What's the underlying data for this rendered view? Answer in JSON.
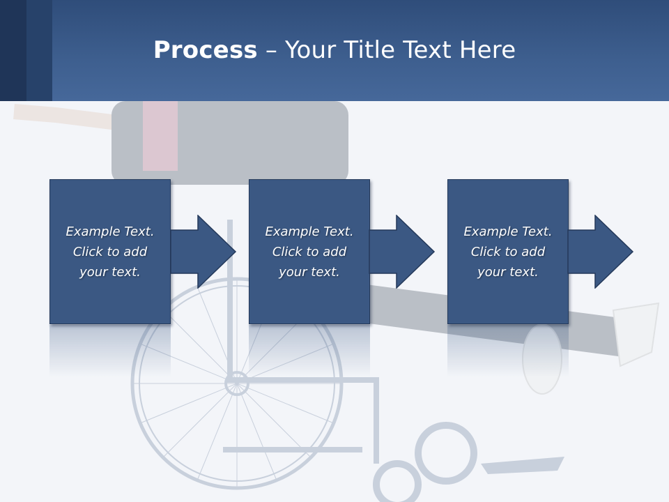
{
  "slide": {
    "title_bold": "Process",
    "title_rest": " – Your Title Text Here"
  },
  "steps": [
    {
      "text": "Example Text.\nClick  to add\nyour text."
    },
    {
      "text": "Example Text.\nClick  to add\nyour text."
    },
    {
      "text": "Example Text.\nClick  to add\nyour text."
    }
  ],
  "colors": {
    "header": "#3e5f8f",
    "box": "#3b5883",
    "border": "#24395a",
    "background": "#f3f5f9"
  }
}
